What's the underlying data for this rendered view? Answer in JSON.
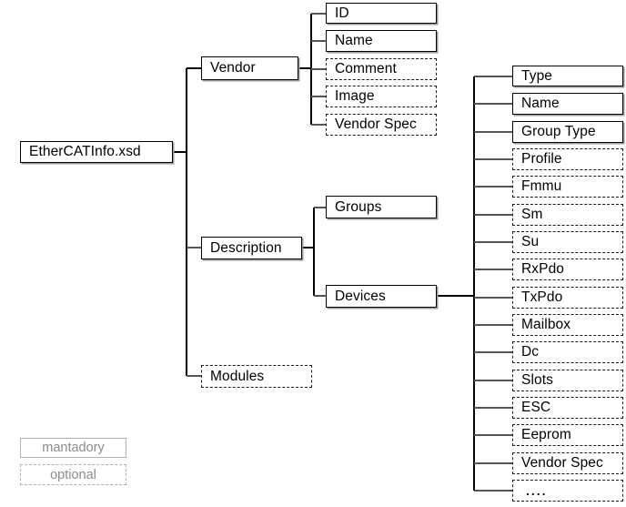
{
  "diagram": {
    "title": "EtherCATInfo.xsd",
    "root": {
      "label": "EtherCATInfo.xsd",
      "style": "mandatory"
    },
    "level1": [
      {
        "label": "Vendor",
        "style": "mandatory"
      },
      {
        "label": "Description",
        "style": "mandatory"
      },
      {
        "label": "Modules",
        "style": "optional"
      }
    ],
    "vendor_children": [
      {
        "label": "ID",
        "style": "mandatory"
      },
      {
        "label": "Name",
        "style": "mandatory"
      },
      {
        "label": "Comment",
        "style": "optional"
      },
      {
        "label": "Image",
        "style": "optional"
      },
      {
        "label": "Vendor Spec",
        "style": "optional"
      }
    ],
    "description_children": [
      {
        "label": "Groups",
        "style": "mandatory"
      },
      {
        "label": "Devices",
        "style": "mandatory"
      }
    ],
    "devices_children": [
      {
        "label": "Type",
        "style": "mandatory"
      },
      {
        "label": "Name",
        "style": "mandatory"
      },
      {
        "label": "Group Type",
        "style": "mandatory"
      },
      {
        "label": "Profile",
        "style": "optional"
      },
      {
        "label": "Fmmu",
        "style": "optional"
      },
      {
        "label": "Sm",
        "style": "optional"
      },
      {
        "label": "Su",
        "style": "optional"
      },
      {
        "label": "RxPdo",
        "style": "optional"
      },
      {
        "label": "TxPdo",
        "style": "optional"
      },
      {
        "label": "Mailbox",
        "style": "optional"
      },
      {
        "label": "Dc",
        "style": "optional"
      },
      {
        "label": "Slots",
        "style": "optional"
      },
      {
        "label": "ESC",
        "style": "optional"
      },
      {
        "label": "Eeprom",
        "style": "optional"
      },
      {
        "label": "Vendor Spec",
        "style": "optional"
      },
      {
        "label": "....",
        "style": "optional"
      }
    ],
    "legend": [
      {
        "label": "mantadory",
        "style": "mandatory"
      },
      {
        "label": "optional",
        "style": "optional"
      }
    ],
    "colors": {
      "box_border_solid": "#000000",
      "box_shadow": "#9a9a9a",
      "box_border_dashed": "#1a1a1a",
      "connector": "#555555",
      "connector_dark": "#000000",
      "legend_text": "#8c8c8c",
      "legend_border": "#b0b0b0",
      "background": "#ffffff"
    }
  }
}
